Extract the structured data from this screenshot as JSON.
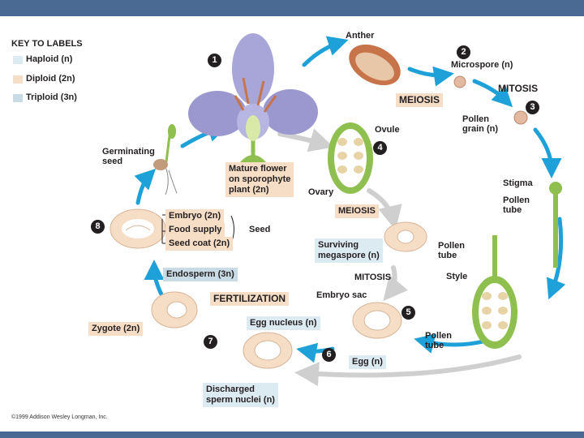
{
  "key": {
    "title": "KEY TO LABELS",
    "items": [
      {
        "label": "Haploid (n)",
        "color": "#dcebf2"
      },
      {
        "label": "Diploid (2n)",
        "color": "#f6ddc6"
      },
      {
        "label": "Triploid (3n)",
        "color": "#c9dce6"
      }
    ]
  },
  "steps": [
    "1",
    "2",
    "3",
    "4",
    "5",
    "6",
    "7",
    "8"
  ],
  "labels": {
    "anther": "Anther",
    "microspore": "Microspore (n)",
    "mitosis_top": "MITOSIS",
    "meiosis_top": "MEIOSIS",
    "pollen_grain": "Pollen\ngrain (n)",
    "ovule": "Ovule",
    "germinating_seed": "Germinating\nseed",
    "mature_flower": "Mature flower\non sporophyte\nplant (2n)",
    "ovary": "Ovary",
    "stigma": "Stigma",
    "pollen_tube_1": "Pollen\ntube",
    "meiosis_mid": "MEIOSIS",
    "embryo": "Embryo (2n)",
    "food_supply": "Food supply",
    "seed_coat": "Seed coat (2n)",
    "seed": "Seed",
    "surviving_megaspore": "Surviving\nmegaspore (n)",
    "pollen_tube_2": "Pollen\ntube",
    "style": "Style",
    "endosperm": "Endosperm (3n)",
    "mitosis_mid": "MITOSIS",
    "fertilization": "FERTILIZATION",
    "embryo_sac": "Embryo sac",
    "zygote": "Zygote (2n)",
    "egg_nucleus": "Egg nucleus (n)",
    "pollen_tube_3": "Pollen\ntube",
    "egg": "Egg (n)",
    "discharged_sperm": "Discharged\nsperm nuclei (n)"
  },
  "copyright": "©1999 Addison Wesley Longman, Inc.",
  "colors": {
    "arrow": "#1da1d8",
    "stage_bg": "#f6ddc6",
    "endosperm_bg": "#c9dce6",
    "haploid_bg": "#dcebf2",
    "petal": "#9a98cf",
    "stem": "#8fbf4f",
    "anther": "#c8744a",
    "header": "#4a6a93"
  }
}
